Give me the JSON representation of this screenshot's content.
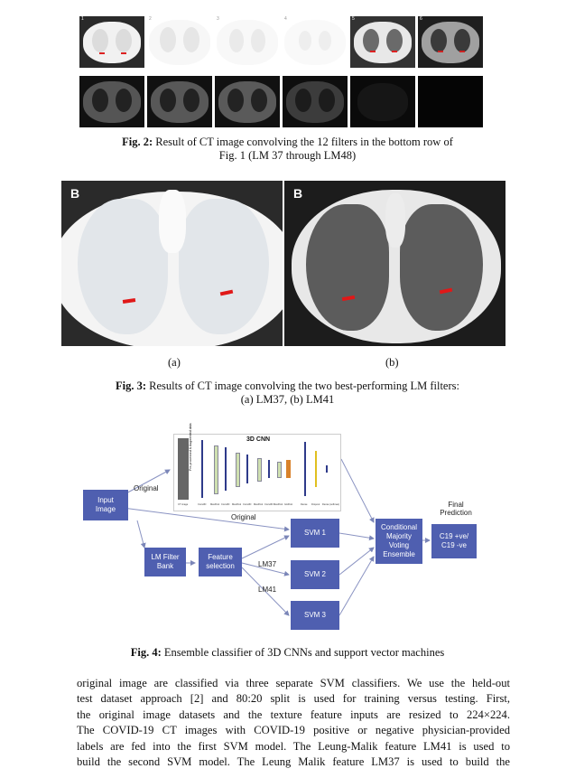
{
  "fig2": {
    "tile_tags": [
      "1",
      "2",
      "3",
      "4",
      "5",
      "6"
    ],
    "caption_label": "Fig. 2:",
    "caption_line1": " Result of CT image convolving the 12 filters in the bottom row of",
    "caption_line2": "Fig. 1 (LM 37 through LM48)"
  },
  "fig3": {
    "panel_tag_a": "B",
    "panel_tag_b": "B",
    "sub_a": "(a)",
    "sub_b": "(b)",
    "caption_label": "Fig. 3:",
    "caption_line1": " Results of CT image convolving the two best-performing LM filters:",
    "caption_line2": "(a) LM37, (b) LM41"
  },
  "fig4": {
    "cnn_title": "3D CNN",
    "cnn_side_label": "Pre-processed & Augmented data",
    "cnn_layer_labels": [
      "CT image",
      "Conv3D",
      "MaxPool",
      "Conv3D",
      "MaxPool",
      "Conv3D",
      "MaxPool",
      "Conv3D",
      "MaxPool",
      "GAPool",
      "Dense",
      "Dropout",
      "Dense (softmax)"
    ],
    "input_box": "Input\nImage",
    "lm_box": "LM Filter\nBank",
    "feature_box": "Feature\nselection",
    "svm1": "SVM 1",
    "svm2": "SVM 2",
    "svm3": "SVM 3",
    "ensemble_box": "Conditional\nMajority\nVoting\nEnsemble",
    "final_label": "Final\nPrediction",
    "output_box": "C19 +ve/\nC19 -ve",
    "arrow_original_top": "Original",
    "arrow_original_mid": "Original",
    "arrow_lm37": "LM37",
    "arrow_lm41": "LM41",
    "caption_label": "Fig. 4:",
    "caption_text": " Ensemble classifier of 3D CNNs and support vector machines"
  },
  "body_lines": [
    "original image are classified via three separate SVM classifiers. We use the held-out",
    "test dataset approach [2] and 80:20 split is used for training versus testing. First,",
    "the original image datasets and the texture feature inputs are resized to 224×224.",
    "The COVID-19 CT images with COVID-19 positive or negative physician-provided",
    "labels are fed into the first SVM model. The Leung-Malik feature LM41 is used to",
    "build the second SVM model. The Leung Malik feature LM37 is used to build the"
  ]
}
